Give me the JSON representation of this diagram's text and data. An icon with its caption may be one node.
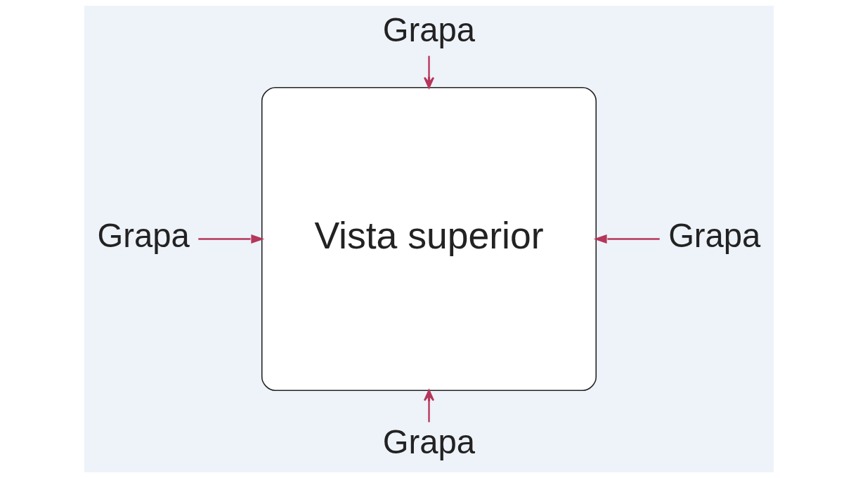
{
  "diagram": {
    "nodes": [
      {
        "text": [
          "Grapa"
        ]
      },
      {
        "text": [
          "Grapa"
        ]
      },
      {
        "text": [
          "Vista superior"
        ]
      },
      {
        "text": [
          "Grapa"
        ]
      },
      {
        "text": [
          "Grapa"
        ]
      }
    ],
    "edges": [
      {
        "from": 0,
        "to": 2,
        "arrow": "to"
      },
      {
        "from": 1,
        "to": 2,
        "arrow": "to"
      },
      {
        "from": 3,
        "to": 2,
        "arrow": "to"
      },
      {
        "from": 4,
        "to": 2,
        "arrow": "to"
      }
    ]
  }
}
